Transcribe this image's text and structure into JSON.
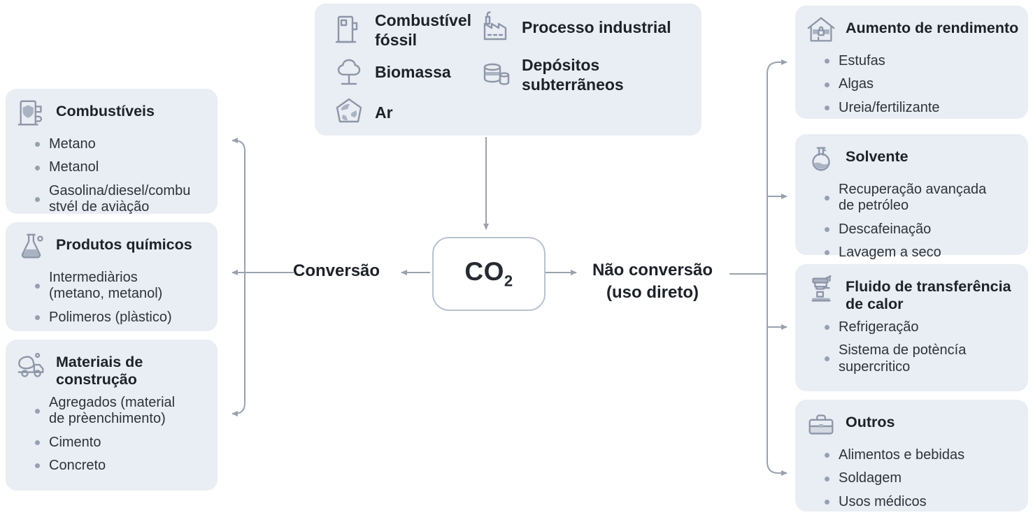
{
  "colors": {
    "panel_bg": "#e9edf4",
    "arrow_stroke": "#9aa1ae",
    "icon_stroke": "#8d96a7",
    "co2_border": "#b8c2d1",
    "text_dark": "#1d2128",
    "bullet": "#97a0b2"
  },
  "sources_panel": {
    "left_items": [
      {
        "icon": "fuel-pump-icon",
        "label": "Combustível\nfóssil"
      },
      {
        "icon": "tree-icon",
        "label": "Biomassa"
      },
      {
        "icon": "air-globe-icon",
        "label": "Ar"
      }
    ],
    "right_items": [
      {
        "icon": "factory-icon",
        "label": "Processo industrial"
      },
      {
        "icon": "underground-deposit-icon",
        "label": "Depósitos\nsubterrãneos"
      }
    ]
  },
  "center": {
    "molecule": "CO",
    "subscript": "2"
  },
  "left_branch": {
    "label": "Conversão",
    "boxes": [
      {
        "icon": "fuel-pump-shield-icon",
        "title": "Combustíveis",
        "items": [
          "Metano",
          "Metanol",
          "Gasolina/diesel/combu\nstvél de aviàção"
        ]
      },
      {
        "icon": "erlenmeyer-flask-icon",
        "title": "Produtos químicos",
        "items": [
          "Intermediàrios\n(metano, metanol)",
          "Polimeros (plàstico)"
        ]
      },
      {
        "icon": "mixer-truck-icon",
        "title": "Materiais de\nconstrução",
        "items": [
          "Agregados (material\nde prèenchimento)",
          "Cimento",
          "Concreto"
        ]
      }
    ]
  },
  "right_branch": {
    "label": "Não conversão\n(uso direto)",
    "boxes": [
      {
        "icon": "greenhouse-icon",
        "title": "Aumento de rendimento",
        "items": [
          "Estufas",
          "Algas",
          "Ureia/fertilizante"
        ]
      },
      {
        "icon": "round-flask-icon",
        "title": "Solvente",
        "items": [
          "Recuperação avançada\nde petróleo",
          "Descafeinação",
          "Lavagem a seco"
        ]
      },
      {
        "icon": "espresso-machine-icon",
        "title": "Fluido de transferência\nde calor",
        "items": [
          "Refrigeração",
          "Sistema de potèncía\nsupercritico"
        ]
      },
      {
        "icon": "toolbox-icon",
        "title": "Outros",
        "items": [
          "Alimentos e bebidas",
          "Soldagem",
          "Usos médicos"
        ]
      }
    ]
  }
}
